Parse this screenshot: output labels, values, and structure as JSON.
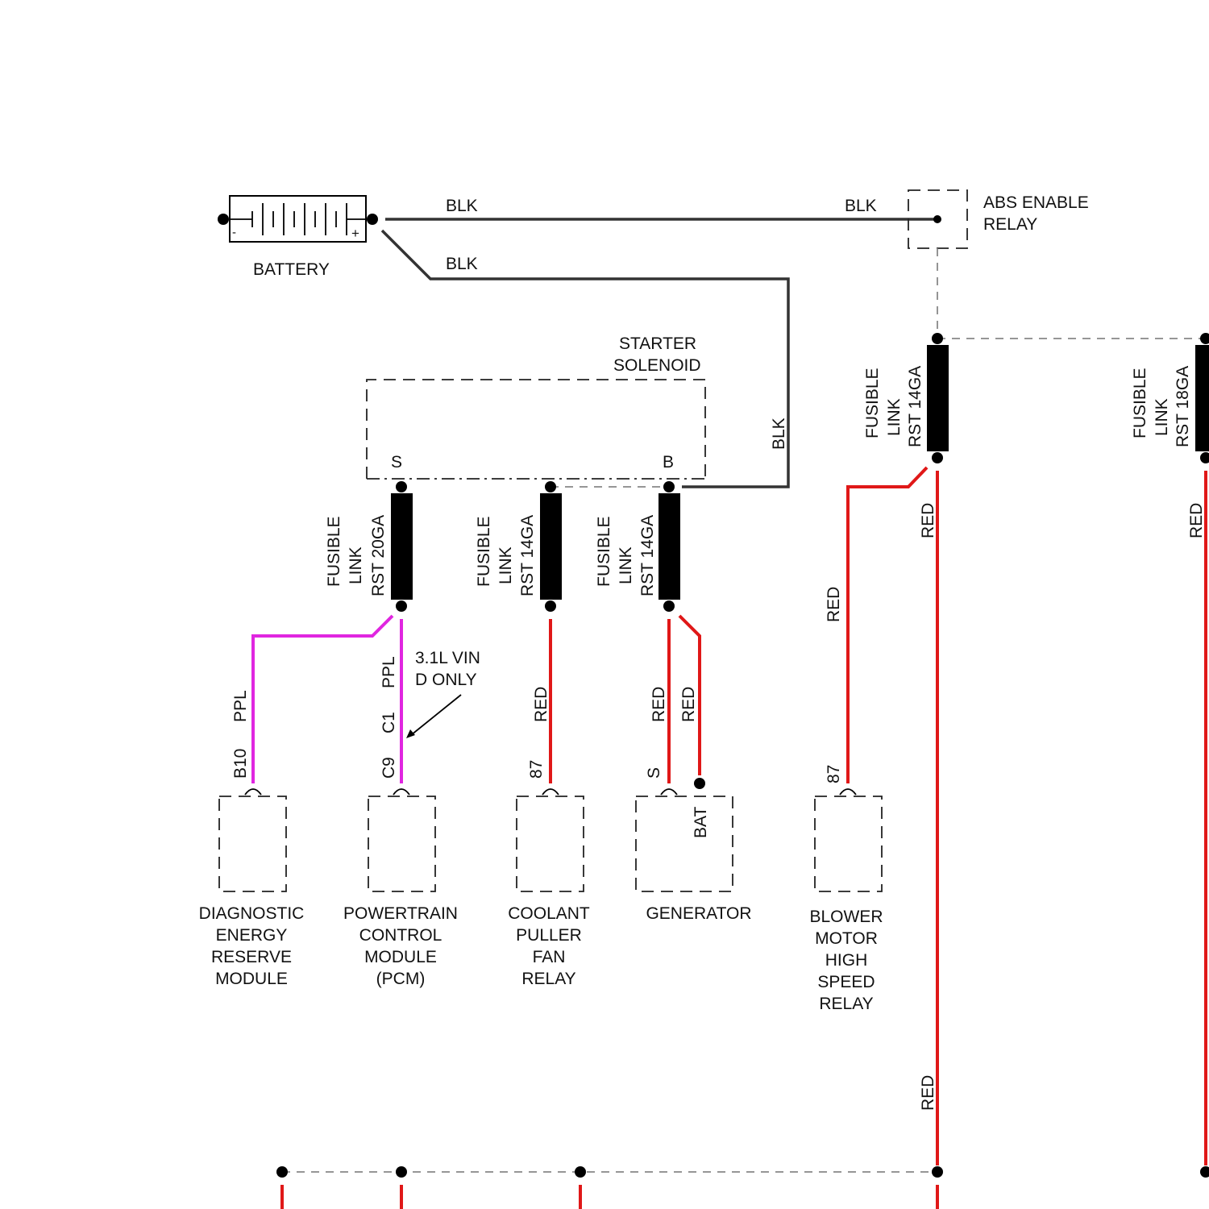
{
  "battery": {
    "label": "BATTERY",
    "minus": "-",
    "plus": "+"
  },
  "abs_relay": {
    "label_line1": "ABS ENABLE",
    "label_line2": "RELAY"
  },
  "starter": {
    "label_line1": "STARTER",
    "label_line2": "SOLENOID",
    "term_s": "S",
    "term_b": "B"
  },
  "wire_colors": {
    "blk": "BLK",
    "red": "RED",
    "ppl": "PPL"
  },
  "fusible_links": [
    {
      "line1": "FUSIBLE",
      "line2": "LINK",
      "line3": "RST 20GA"
    },
    {
      "line1": "FUSIBLE",
      "line2": "LINK",
      "line3": "RST 14GA"
    },
    {
      "line1": "FUSIBLE",
      "line2": "LINK",
      "line3": "RST 14GA"
    },
    {
      "line1": "FUSIBLE",
      "line2": "LINK",
      "line3": "RST 14GA"
    },
    {
      "line1": "FUSIBLE",
      "line2": "LINK",
      "line3": "RST 18GA"
    }
  ],
  "note": {
    "line1": "3.1L VIN",
    "line2": "D ONLY"
  },
  "pins": {
    "b10": "B10",
    "c1": "C1",
    "c9": "C9",
    "p87a": "87",
    "gen_s": "S",
    "gen_bat": "BAT",
    "p87b": "87"
  },
  "components": {
    "derm": [
      "DIAGNOSTIC",
      "ENERGY",
      "RESERVE",
      "MODULE"
    ],
    "pcm": [
      "POWERTRAIN",
      "CONTROL",
      "MODULE",
      "(PCM)"
    ],
    "fan": [
      "COOLANT",
      "PULLER",
      "FAN",
      "RELAY"
    ],
    "generator": [
      "GENERATOR"
    ],
    "blower": [
      "BLOWER",
      "MOTOR",
      "HIGH",
      "SPEED",
      "RELAY"
    ]
  },
  "colors": {
    "black_wire": "#333333",
    "red_wire": "#e01818",
    "purple_wire": "#e026e0"
  }
}
